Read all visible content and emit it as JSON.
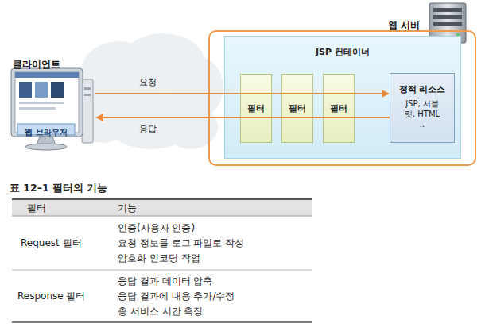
{
  "diagram": {
    "caption": "표 12–1 필터의 기능",
    "nodes": [
      {
        "text": [
          "클라이언트",
          "웹 브라우저"
        ]
      },
      {
        "text": [
          "웹 서버"
        ]
      },
      {
        "text": [
          "JSP 컨테이너"
        ],
        "in": 1
      },
      {
        "text": [
          "필터"
        ],
        "in": 2
      },
      {
        "text": [
          "필터"
        ],
        "in": 2
      },
      {
        "text": [
          "필터"
        ],
        "in": 2
      },
      {
        "text": [
          "정적 리소스",
          "JSP, 서블릿, HTML .."
        ],
        "in": 2
      }
    ],
    "edges": [
      {
        "from": 0,
        "to": 6,
        "label": "요청",
        "arrow": "to"
      },
      {
        "from": 6,
        "to": 0,
        "label": "응답",
        "arrow": "to"
      }
    ],
    "labels": [
      "필터",
      "기능",
      "Request 필터",
      "인증(사용자 인증)",
      "요청 정보를 로그 파일로 작성",
      "암호화 인코딩 작업",
      "Response 필터",
      "응답 결과 데이터 압축",
      "응답 결과에 내용 추가/수정",
      "총 서비스 시간 측정"
    ]
  }
}
